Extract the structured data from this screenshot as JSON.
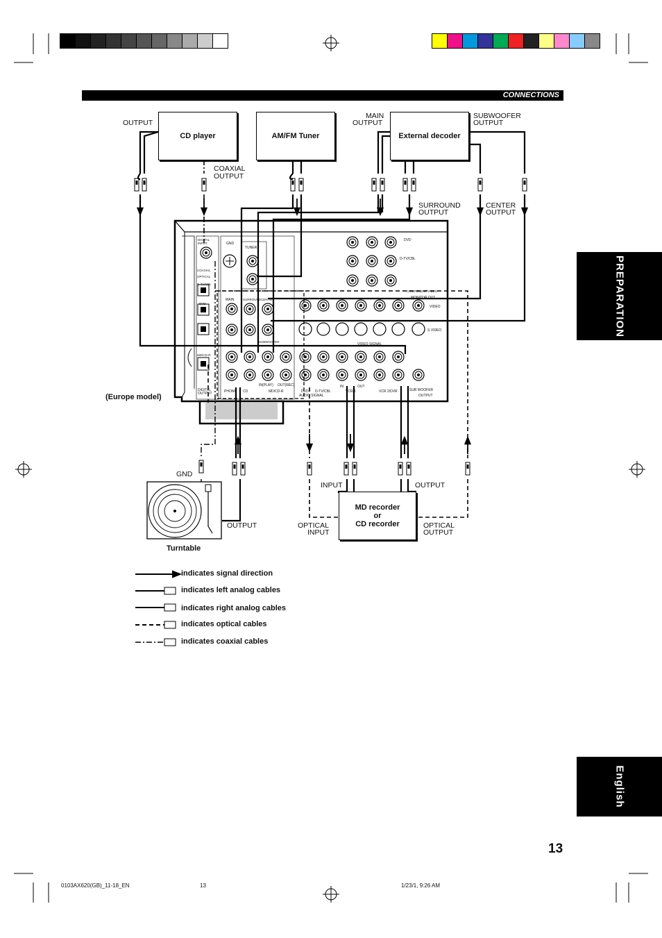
{
  "header": {
    "section": "CONNECTIONS"
  },
  "side_tabs": {
    "preparation": "PREPARATION",
    "language": "English"
  },
  "page_number": "13",
  "color_bar": {
    "grays": [
      "#000000",
      "#111111",
      "#222222",
      "#333333",
      "#444444",
      "#555555",
      "#666666",
      "#888888",
      "#aaaaaa",
      "#cccccc",
      "#ffffff"
    ],
    "colors": [
      "#ffff00",
      "#ee1188",
      "#0099dd",
      "#333399",
      "#00aa55",
      "#ee2222",
      "#222222",
      "#ffff88",
      "#ff88cc",
      "#88ccff",
      "#888888"
    ]
  },
  "devices": {
    "cd_player": "CD player",
    "tuner": "AM/FM Tuner",
    "decoder": "External decoder",
    "recorder_line1": "MD recorder",
    "recorder_line2": "or",
    "recorder_line3": "CD recorder",
    "turntable": "Turntable",
    "europe_model": "(Europe model)"
  },
  "labels": {
    "output_cd": "OUTPUT",
    "coaxial_output_1": "COAXIAL",
    "coaxial_output_2": "OUTPUT",
    "main_output_1": "MAIN",
    "main_output_2": "OUTPUT",
    "subwoofer_output_1": "SUBWOOFER",
    "subwoofer_output_2": "OUTPUT",
    "surround_output_1": "SURROUND",
    "surround_output_2": "OUTPUT",
    "center_output_1": "CENTER",
    "center_output_2": "OUTPUT",
    "gnd": "GND",
    "output_turntable": "OUTPUT",
    "input_rec": "INPUT",
    "output_rec": "OUTPUT",
    "optical_input_1": "OPTICAL",
    "optical_input_2": "INPUT",
    "optical_output_1": "OPTICAL",
    "optical_output_2": "OUTPUT"
  },
  "panel_labels": {
    "digital_input": "DIGITAL INPUT",
    "gnd": "GND",
    "tuner": "TUNER",
    "coaxial": "COAXIAL",
    "optical": "OPTICAL",
    "dtv_cbl": "D-TV/CBL",
    "dvd": "DVD",
    "main": "MAIN",
    "surround": "SURROUND",
    "center": "CENTER",
    "subwoofer": "SUBWOOFER",
    "optical_md": "MD/CD-R",
    "digital_output": "DIGITAL OUTPUT",
    "phono": "PHONO",
    "cd": "CD",
    "in_play": "IN(PLAY)",
    "out_rec": "OUT(REC)",
    "md_cdr": "MD/CD-R",
    "dvd_a": "DVD",
    "dtv_b": "D-TV/CBL",
    "monitor_out": "MONITOR OUT",
    "component_video": "COMPONENT VIDEO",
    "video": "VIDEO",
    "s_video": "S VIDEO",
    "video_signal": "VIDEO SIGNAL",
    "audio_signal": "AUDIO SIGNAL",
    "vcr1": "VCR 1",
    "vcr2": "VCR 2/DVR",
    "in": "IN",
    "out": "OUT",
    "sub_woofer": "SUB WOOFER",
    "output": "OUTPUT",
    "dvd_bottom": "DVD",
    "dtv_bottom": "D-TV/CBL"
  },
  "legend": [
    {
      "text": "indicates signal direction"
    },
    {
      "text": "indicates left analog cables"
    },
    {
      "text": "indicates right analog cables"
    },
    {
      "text": "indicates optical cables"
    },
    {
      "text": "indicates coaxial cables"
    }
  ],
  "footer": {
    "file": "0103AX620(GB)_11-18_EN",
    "page": "13",
    "date": "1/23/1, 9:26 AM"
  }
}
